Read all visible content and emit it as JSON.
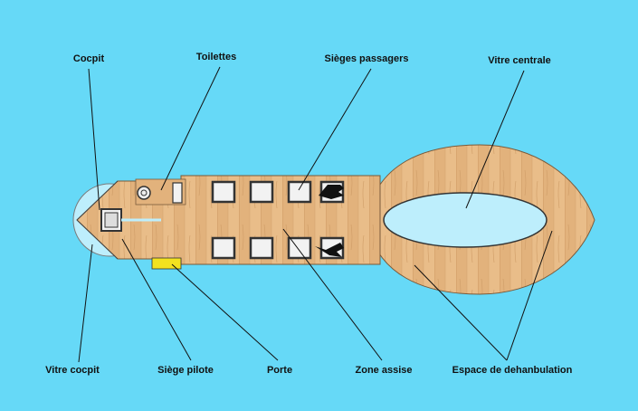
{
  "labels": {
    "cockpit": "Cocpit",
    "toilets": "Toilettes",
    "passenger_seats": "Sièges passagers",
    "central_window": "Vitre centrale",
    "cockpit_window": "Vitre cocpit",
    "pilot_seat": "Siège pilote",
    "door": "Porte",
    "seating_area": "Zone assise",
    "walking_space": "Espace de dehanbulation"
  },
  "colors": {
    "background": "#66d9f7",
    "wood": "#e6b985",
    "wood_grain": "#c9955f",
    "window": "#bdeefc",
    "door": "#f2e21f",
    "seat_frame": "#333333",
    "seat_cushion": "#f2f2f2"
  }
}
